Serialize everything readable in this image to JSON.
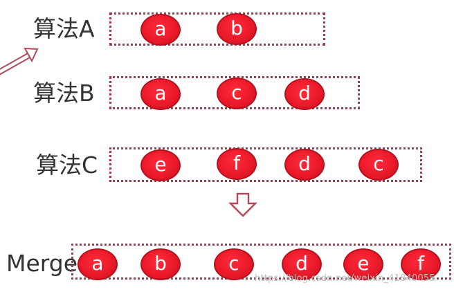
{
  "rows": {
    "algoA": {
      "label": "算法A",
      "nodes": [
        "a",
        "b"
      ]
    },
    "algoB": {
      "label": "算法B",
      "nodes": [
        "a",
        "c",
        "d"
      ]
    },
    "algoC": {
      "label": "算法C",
      "nodes": [
        "e",
        "f",
        "d",
        "c"
      ]
    },
    "merge": {
      "label": "Merge",
      "nodes": [
        "a",
        "b",
        "c",
        "d",
        "e",
        "f"
      ]
    }
  },
  "watermark": "https://blog.csdn.net/weixin_41840055",
  "colors": {
    "node_fill": "#e8192b",
    "node_text": "#ffffff",
    "dotted_border": "#a23a4b",
    "arrow": "#b04a5a",
    "label_text": "#333333"
  },
  "icons": [
    "incoming-arrow-icon",
    "down-arrow-icon"
  ]
}
